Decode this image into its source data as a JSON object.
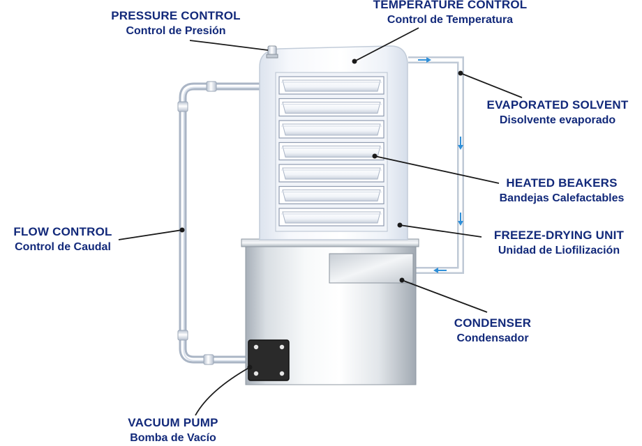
{
  "labels": {
    "pressure_control": {
      "en": "PRESSURE CONTROL",
      "es": "Control de Presión"
    },
    "temperature_control": {
      "en": "TEMPERATURE CONTROL",
      "es": "Control de Temperatura"
    },
    "evaporated_solvent": {
      "en": "EVAPORATED SOLVENT",
      "es": "Disolvente evaporado"
    },
    "heated_beakers": {
      "en": "HEATED BEAKERS",
      "es": "Bandejas Calefactables"
    },
    "freeze_drying_unit": {
      "en": "FREEZE-DRYING UNIT",
      "es": "Unidad de Liofilización"
    },
    "flow_control": {
      "en": "FLOW CONTROL",
      "es": "Control de Caudal"
    },
    "condenser": {
      "en": "CONDENSER",
      "es": "Condensador"
    },
    "vacuum_pump": {
      "en": "VACUUM PUMP",
      "es": "Bomba de Vacío"
    }
  },
  "colors": {
    "label_text": "#12297a",
    "leader_line": "#1a1a1a",
    "flow_arrow": "#2f8fd8",
    "pipe": "#c9d3e2",
    "chamber_fill": "#eef3fa",
    "steel_dark": "#9aa3ad",
    "steel_light": "#f4f6f8"
  },
  "tray_count": 7
}
